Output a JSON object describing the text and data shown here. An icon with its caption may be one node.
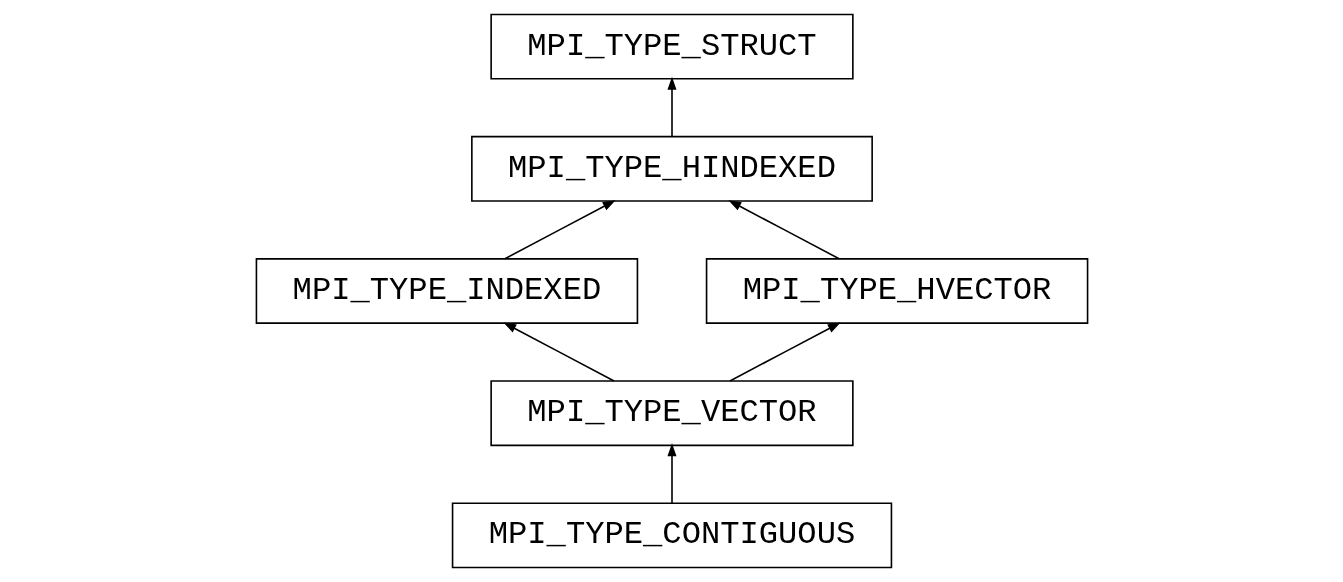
{
  "diagram": {
    "nodes": [
      {
        "text": [
          "MPI_TYPE_STRUCT"
        ]
      },
      {
        "text": [
          "MPI_TYPE_HINDEXED"
        ]
      },
      {
        "text": [
          "MPI_TYPE_INDEXED"
        ]
      },
      {
        "text": [
          "MPI_TYPE_HVECTOR"
        ]
      },
      {
        "text": [
          "MPI_TYPE_VECTOR"
        ]
      },
      {
        "text": [
          "MPI_TYPE_CONTIGUOUS"
        ]
      }
    ],
    "edges": [
      {
        "from": 5,
        "to": 4,
        "arrow": "to"
      },
      {
        "from": 4,
        "to": 2,
        "arrow": "to"
      },
      {
        "from": 4,
        "to": 3,
        "arrow": "to"
      },
      {
        "from": 2,
        "to": 1,
        "arrow": "to"
      },
      {
        "from": 3,
        "to": 1,
        "arrow": "to"
      },
      {
        "from": 1,
        "to": 0,
        "arrow": "to"
      }
    ]
  }
}
